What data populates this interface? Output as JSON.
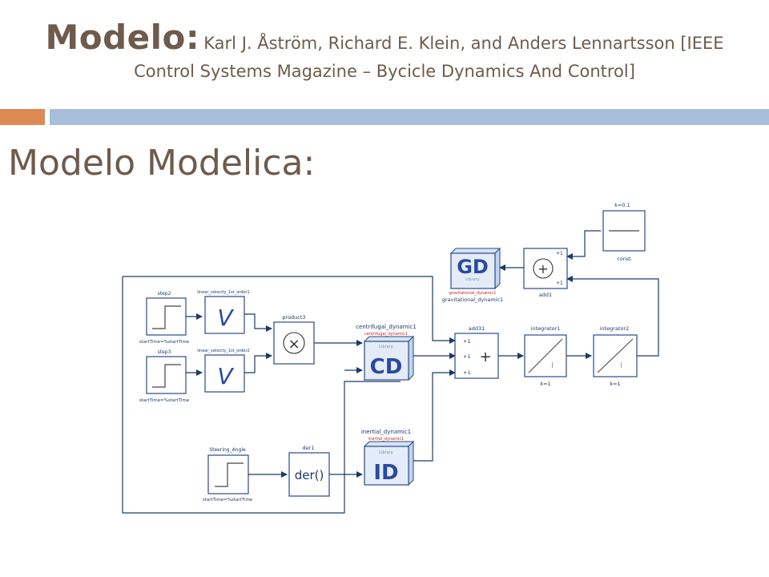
{
  "slide": {
    "title_main": "Modelo",
    "title_colon": ":",
    "title_line1": "Karl J. Åström, Richard E. Klein, and Anders Lennartsson [IEEE",
    "title_line2": "Control Systems Magazine – Bycicle Dynamics And Control]",
    "heading": "Modelo Modelica:"
  },
  "diagram": {
    "step2": {
      "name": "step2",
      "param": "startTime=%startTime"
    },
    "step3": {
      "name": "step3",
      "param": "startTime=%startTime"
    },
    "steering": {
      "name": "Steering_Angle",
      "param": "startTime=%startTime"
    },
    "lv1": {
      "name": "linear_velocity_1st_order1",
      "glyph": "V"
    },
    "lv2": {
      "name": "linear_velocity_1st_order2",
      "glyph": "V"
    },
    "product3": {
      "name": "product3",
      "glyph": "×"
    },
    "der1": {
      "name": "der1",
      "glyph": "der()"
    },
    "cd": {
      "name": "centrifugal_dynamic1",
      "red": "centrifugal_dynamic1",
      "glyph": "CD",
      "lib": "Library"
    },
    "gd": {
      "name": "gravitational_dynamic1",
      "red": "gravitational_dynamic1",
      "glyph": "GD",
      "lib": "Library"
    },
    "id": {
      "name": "inertial_dynamic1",
      "red": "inertial_dynamic1",
      "glyph": "ID",
      "lib": "Library"
    },
    "add1": {
      "name": "add1",
      "glyph": "+",
      "in1": "+1",
      "in2": "+1"
    },
    "add31": {
      "name": "add31",
      "glyph": "+",
      "in1": "+1",
      "in2": "+1",
      "in3": "+1"
    },
    "const": {
      "name": "const",
      "param": "k=0.1"
    },
    "int1": {
      "name": "integrator1",
      "param": "k=1",
      "glyph": "I"
    },
    "int2": {
      "name": "integrator2",
      "param": "k=1",
      "glyph": "I"
    }
  }
}
